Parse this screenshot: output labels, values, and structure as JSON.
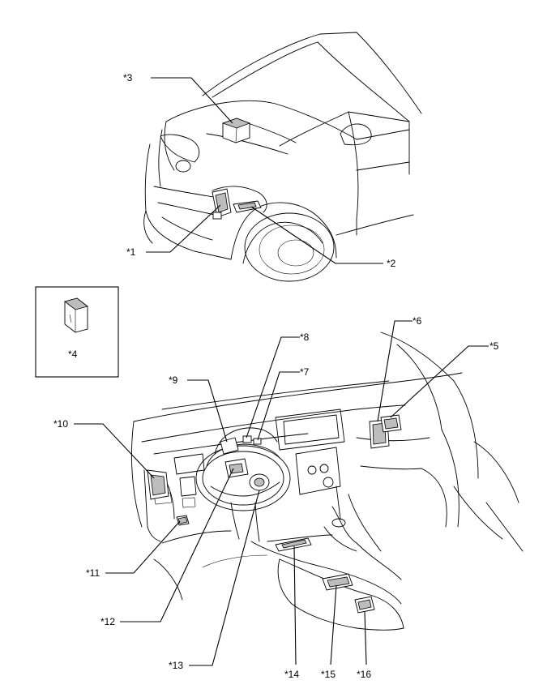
{
  "labels": {
    "l1": "*1",
    "l2": "*2",
    "l3": "*3",
    "l4": "*4",
    "l5": "*5",
    "l6": "*6",
    "l7": "*7",
    "l8": "*8",
    "l9": "*9",
    "l10": "*10",
    "l11": "*11",
    "l12": "*12",
    "l13": "*13",
    "l14": "*14",
    "l15": "*15",
    "l16": "*16"
  }
}
